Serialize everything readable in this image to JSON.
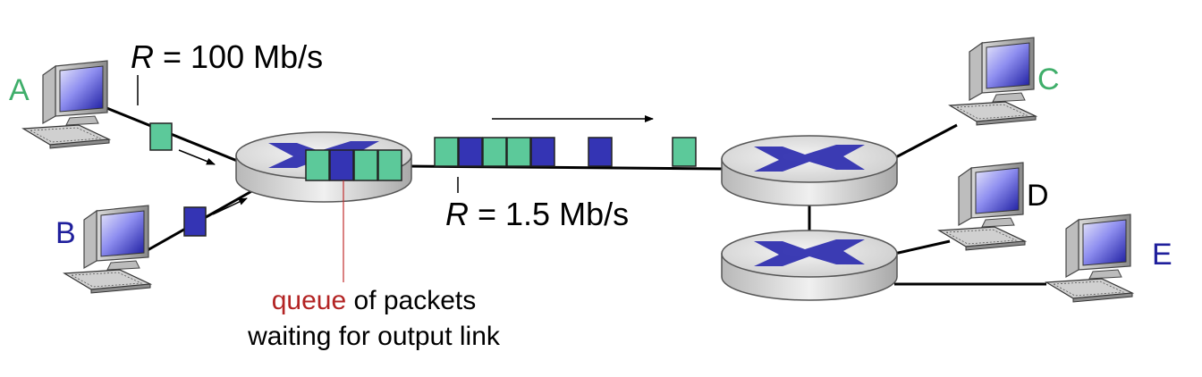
{
  "colors": {
    "green": "#5cc99a",
    "blue": "#3434b4",
    "label_green": "#3fae6a",
    "label_blue": "#1f1f9c",
    "queue_red": "#b32424",
    "pointer_red": "#c03030"
  },
  "hosts": [
    {
      "label": "A",
      "color": "green"
    },
    {
      "label": "B",
      "color": "blue"
    },
    {
      "label": "C",
      "color": "green"
    },
    {
      "label": "D",
      "color": "black"
    },
    {
      "label": "E",
      "color": "blue"
    }
  ],
  "links": {
    "access_rate_prefix": "R",
    "access_rate_value": " = 100 Mb/s",
    "bottleneck_rate_prefix": "R",
    "bottleneck_rate_value": " = 1.5 Mb/s"
  },
  "queue": {
    "caption_highlight": "queue",
    "caption_rest": " of packets",
    "caption_line2": "waiting for output link",
    "packets": [
      "green",
      "blue",
      "green",
      "green"
    ]
  },
  "link_packets": [
    "green",
    "blue",
    "green",
    "green",
    "blue",
    "blue",
    "green"
  ],
  "icons": [
    "computer-icon",
    "router-icon",
    "arrow-icon"
  ]
}
